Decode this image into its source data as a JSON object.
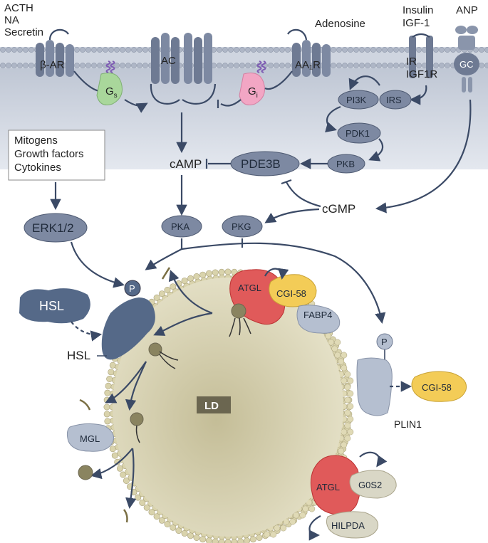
{
  "ligands": {
    "acth_group": [
      "ACTH",
      "NA",
      "Secretin"
    ],
    "adenosine": "Adenosine",
    "insulin_group": [
      "Insulin",
      "IGF-1"
    ],
    "anp": "ANP"
  },
  "receptors": {
    "beta_ar": "β-AR",
    "ac": "AC",
    "aa1r": "AA₁R",
    "ir_group": [
      "IR",
      "IGF1R"
    ],
    "gc": "GC"
  },
  "g_proteins": {
    "gs": "G",
    "gs_sub": "s",
    "gi": "G",
    "gi_sub": "i"
  },
  "signaling": {
    "pi3k": "PI3K",
    "irs": "IRS",
    "pdk1": "PDK1",
    "pkb": "PKB",
    "pde3b": "PDE3B",
    "camp": "cAMP",
    "cgmp": "cGMP",
    "pka": "PKA",
    "pkg": "PKG",
    "erk": "ERK1/2"
  },
  "mitogen_box": [
    "Mitogens",
    "Growth factors",
    "Cytokines"
  ],
  "droplet": {
    "label": "LD",
    "hsl_free": "HSL",
    "hsl_bound": "HSL",
    "phospho": "P",
    "atgl_top": "ATGL",
    "cgi58_top": "CGI-58",
    "fabp4": "FABP4",
    "cgi58_free": "CGI-58",
    "plin1": "PLIN1",
    "mgl": "MGL",
    "atgl_bottom": "ATGL",
    "g0s2": "G0S2",
    "hilpda": "HILPDA"
  },
  "colors": {
    "membrane_bg": "#c9d0dc",
    "receptor": "#6e7a93",
    "gs": "#a9d79b",
    "gi": "#f2a6c4",
    "kinase": "#6f7c96",
    "droplet": "#d6d1b3",
    "atgl": "#e05a5a",
    "cgi58": "#f3cc57",
    "hsl": "#556988"
  }
}
